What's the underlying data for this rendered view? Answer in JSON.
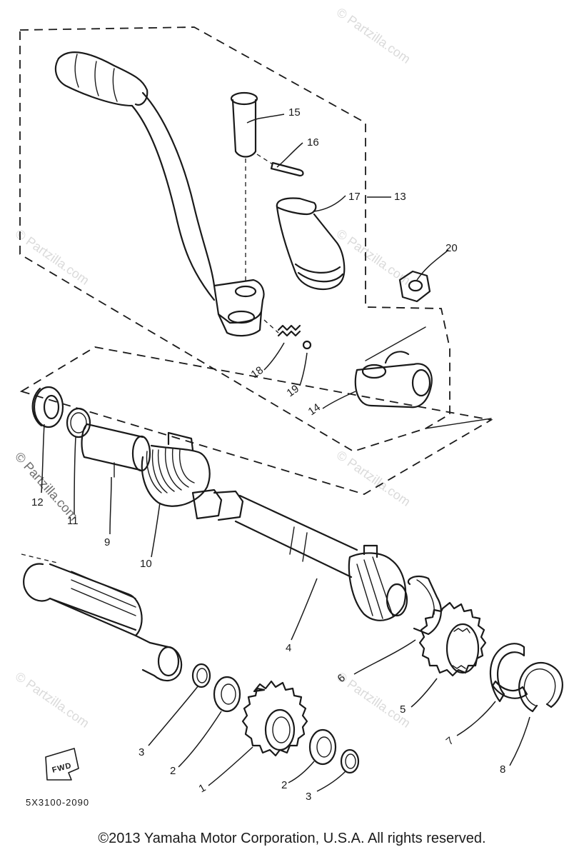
{
  "diagram": {
    "callouts": [
      "1",
      "2",
      "2",
      "3",
      "3",
      "4",
      "5",
      "6",
      "7",
      "8",
      "9",
      "10",
      "11",
      "12",
      "13",
      "14",
      "15",
      "16",
      "17",
      "18",
      "19",
      "20"
    ],
    "part_code": "5X3100-2090",
    "fwd_label": "FWD",
    "watermark": "© Partzilla.com"
  },
  "footer": {
    "copyright": "©2013 Yamaha Motor Corporation, U.S.A. All rights reserved."
  }
}
